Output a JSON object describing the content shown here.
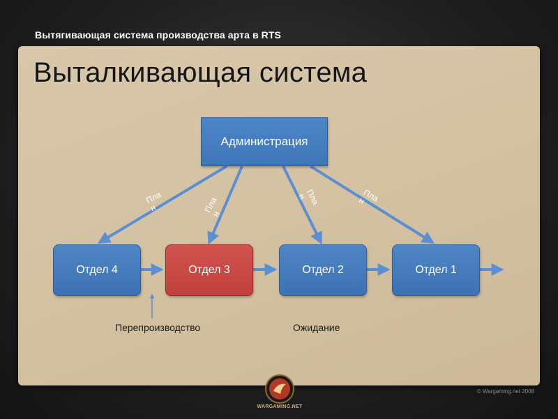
{
  "header": {
    "text": "Вытягивающая система производства арта в RTS"
  },
  "slide": {
    "title": "Выталкивающая система",
    "copyright": "© Wargaming.net 2008"
  },
  "diagram": {
    "admin_box": "Администрация",
    "departments": [
      "Отдел 4",
      "Отдел 3",
      "Отдел 2",
      "Отдел 1"
    ],
    "plan_label": "План",
    "overproduction_label": "Перепроизводство",
    "waiting_label": "Ожидание"
  },
  "logo": {
    "text": "WARGAMING.NET"
  },
  "colors": {
    "box_blue": "#4178ba",
    "box_red": "#c74743",
    "arrow": "#5b8fd1",
    "panel": "#d5c3a5"
  }
}
